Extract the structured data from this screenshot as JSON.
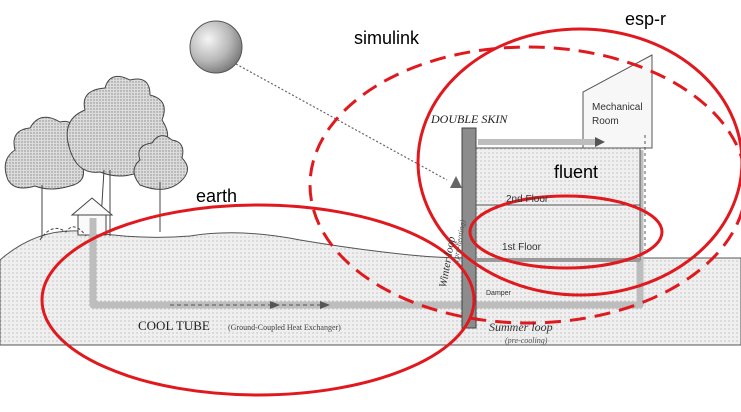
{
  "labels": {
    "simulink": "simulink",
    "esp_r": "esp-r",
    "earth": "earth",
    "fluent": "fluent",
    "double_skin": "DOUBLE SKIN",
    "mechanical": "Mechanical",
    "room": "Room",
    "second_floor": "2nd Floor",
    "first_floor": "1st Floor",
    "winter_loop": "Winter loop",
    "winter_sub": "(pre-heating)",
    "damper": "Damper",
    "summer_loop": "Summer loop",
    "summer_sub": "(pre-cooling)",
    "cool_tube": "COOL TUBE",
    "cool_tube_sub": "(Ground-Coupled Heat Exchanger)"
  },
  "colors": {
    "annotation_red": "#e0191e",
    "line_dark": "#333333",
    "duct_gray": "#bdbdbd",
    "ground_fill": "#e6e6e6"
  },
  "icons": [
    "sun-icon",
    "tree-icon",
    "house-icon",
    "arrow-icon"
  ]
}
